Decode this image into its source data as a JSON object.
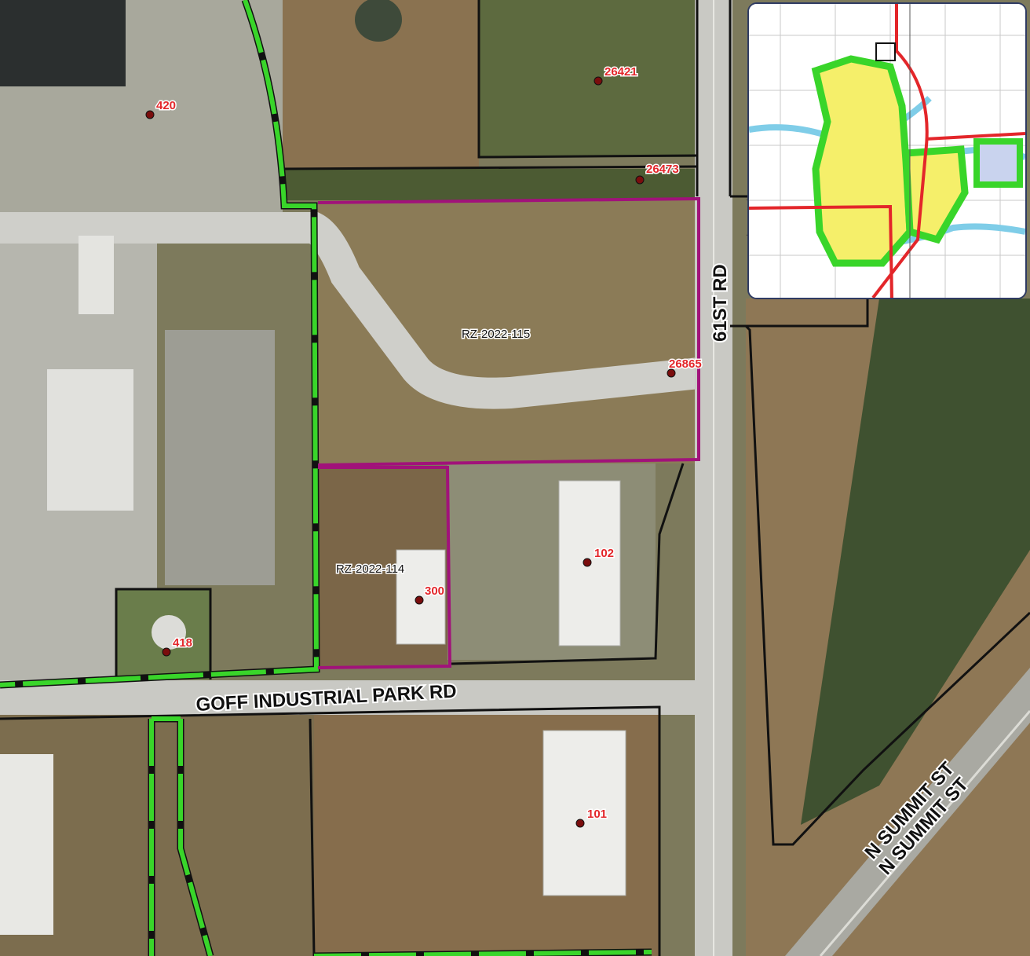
{
  "map": {
    "colors": {
      "site_boundary": "#a1127a",
      "parcel_line": "#111111",
      "city_limit": "#39d52a",
      "city_limit_marker": "#ffffff",
      "address_label": "#e3262a",
      "address_point": "#7a0d0d",
      "road": "#c9c9c4",
      "field": "#8a7a55",
      "inset_city_fill": "#f5ef6a",
      "inset_highway": "#e3262a",
      "inset_river": "#7fcde8"
    },
    "address_points": [
      {
        "id": "addr-420",
        "label": "420"
      },
      {
        "id": "addr-26421",
        "label": "26421"
      },
      {
        "id": "addr-26473",
        "label": "26473"
      },
      {
        "id": "addr-26865",
        "label": "26865"
      },
      {
        "id": "addr-102",
        "label": "102"
      },
      {
        "id": "addr-300",
        "label": "300"
      },
      {
        "id": "addr-418",
        "label": "418"
      },
      {
        "id": "addr-101",
        "label": "101"
      }
    ],
    "parcels": [
      {
        "id": "rz-115",
        "label": "RZ-2022-115"
      },
      {
        "id": "rz-114",
        "label": "RZ-2022-114"
      }
    ],
    "roads": [
      {
        "id": "road-61st",
        "label": "61ST RD"
      },
      {
        "id": "road-goff",
        "label": "GOFF INDUSTRIAL PARK RD"
      },
      {
        "id": "road-summit-1",
        "label": "N SUMMIT ST"
      },
      {
        "id": "road-summit-2",
        "label": "N SUMMIT ST"
      }
    ]
  }
}
